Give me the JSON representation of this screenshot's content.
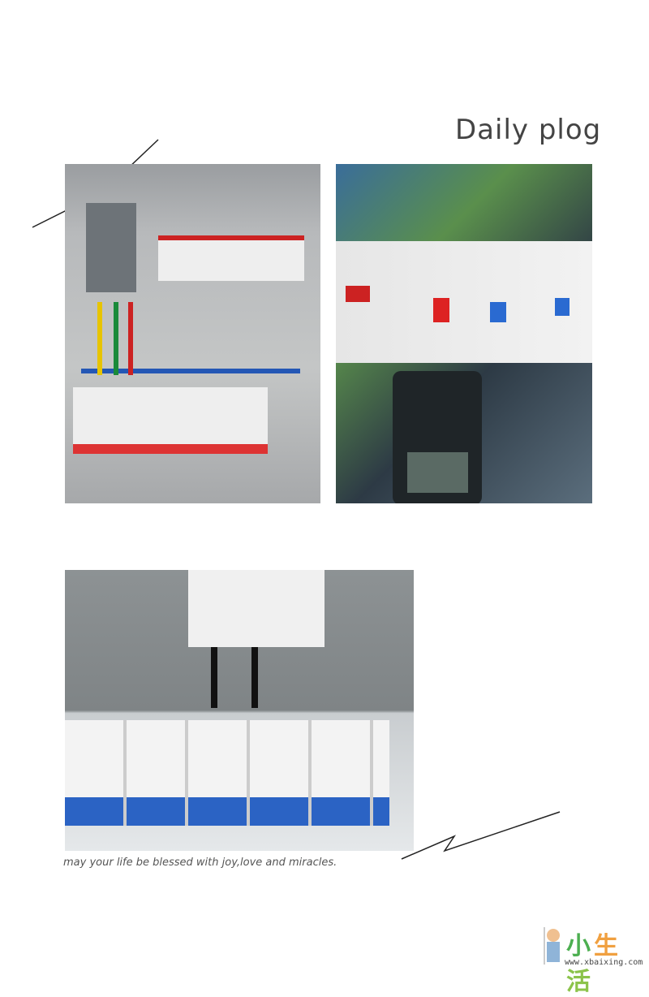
{
  "header": {
    "title": "Daily plog"
  },
  "caption": "may your life be blessed with joy,love and miracles.",
  "watermark": {
    "text": "小生活",
    "url": "www.xbaixing.com"
  }
}
